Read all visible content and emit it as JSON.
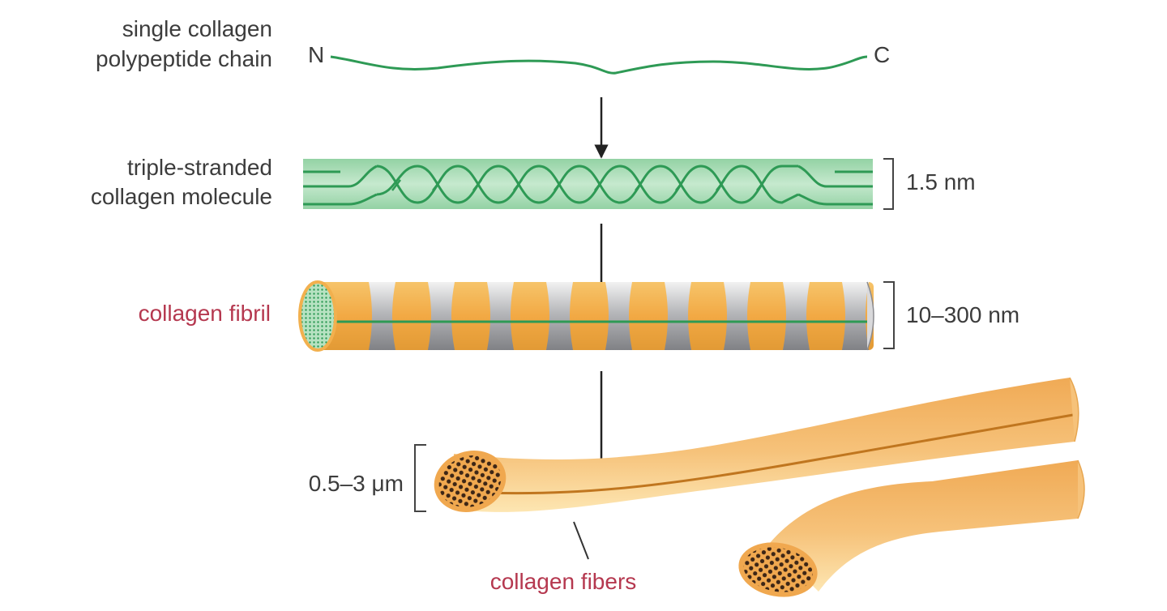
{
  "labels": {
    "chain_line1": "single collagen",
    "chain_line2": "polypeptide chain",
    "n_terminus": "N",
    "c_terminus": "C",
    "molecule_line1": "triple-stranded",
    "molecule_line2": "collagen molecule",
    "molecule_size": "1.5 nm",
    "fibril": "collagen fibril",
    "fibril_size": "10–300 nm",
    "fiber_size": "0.5–3 μm",
    "fibers": "collagen fibers"
  },
  "colors": {
    "chain_green": "#2e9a55",
    "molecule_fill": "#a8dbb4",
    "fibril_orange": "#f2b04e",
    "fibril_grey": "#a9aaad",
    "fiber_orange": "#f2b561",
    "fiber_cream": "#fbe0a8",
    "fiber_core": "#5a3a22",
    "label_red": "#b5384f",
    "label_dark": "#3c3c3c"
  }
}
